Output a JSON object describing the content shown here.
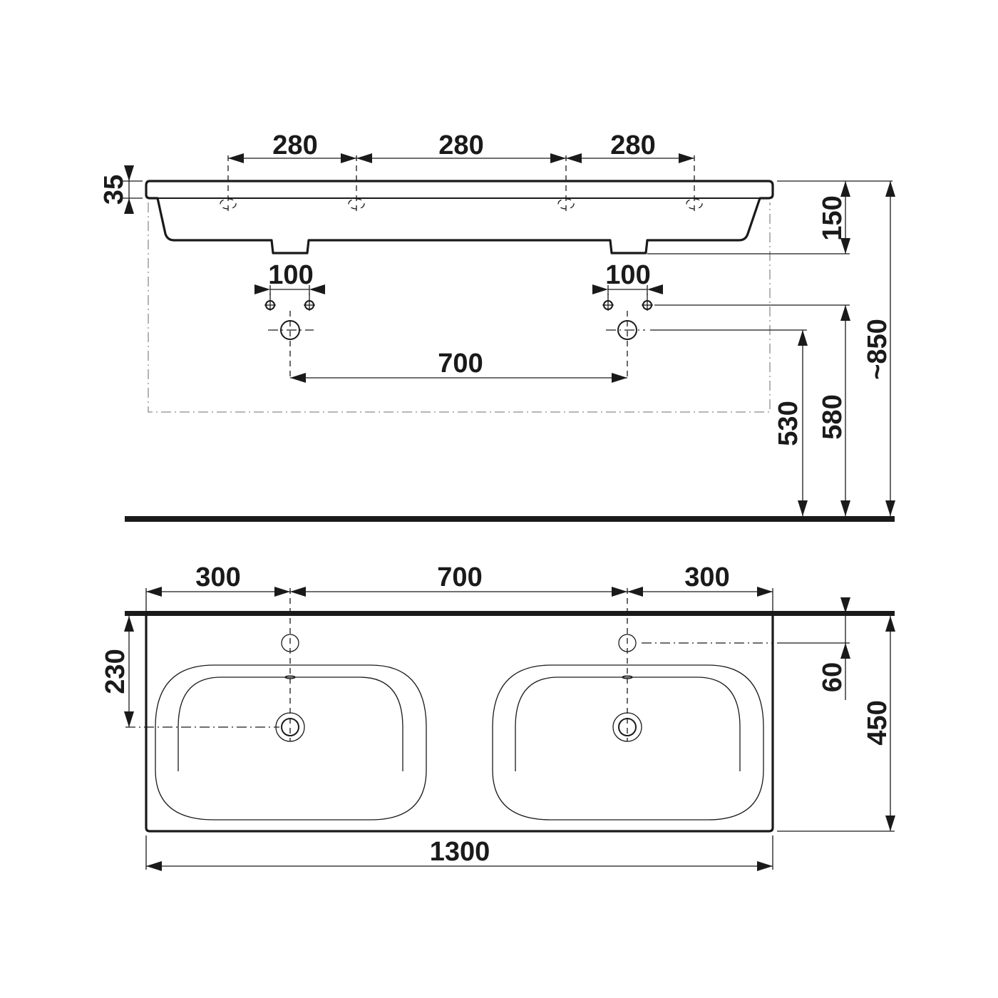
{
  "drawing": {
    "type": "technical-dimension-drawing",
    "subject": "double washbasin",
    "units": "mm",
    "ink_color": "#1a1a1a",
    "background": "#ffffff",
    "ghost_line_color": "#8c8c8c"
  },
  "front_view": {
    "dims": {
      "tap_spacing_1": "280",
      "tap_spacing_2": "280",
      "tap_spacing_3": "280",
      "rim_thickness": "35",
      "basin_height": "150",
      "valve_spacing_left": "100",
      "valve_spacing_right": "100",
      "waste_spacing": "700",
      "waste_height": "530",
      "valve_height": "580",
      "total_height": "~850"
    }
  },
  "plan_view": {
    "dims": {
      "left_offset": "300",
      "center_spacing": "700",
      "right_offset": "300",
      "drain_from_wall": "230",
      "tap_hole_from_wall": "60",
      "depth": "450",
      "width": "1300"
    }
  }
}
